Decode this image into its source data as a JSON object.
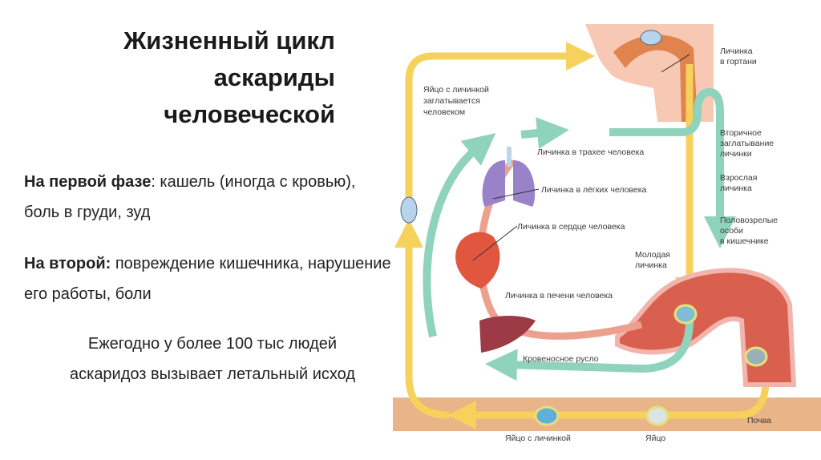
{
  "title": [
    "Жизненный цикл",
    "аскариды",
    "человеческой"
  ],
  "text": {
    "phase1_label": "На первой фазе",
    "phase1_text": ": кашель (иногда с кровью), боль в груди, зуд",
    "phase2_label": "На второй:",
    "phase2_text": " повреждение кишечника, нарушение его работы, боли",
    "fact_line1": "Ежегодно у более 100 тыс людей",
    "fact_line2": "аскаридоз вызывает летальный исход"
  },
  "diagram": {
    "larynx": [
      "Личинка",
      "в гортани"
    ],
    "swallowed": [
      "Яйцо с личинкой",
      "заглатывается",
      "человеком"
    ],
    "trachea": "Личинка в трахее человека",
    "secondary": [
      "Вторичное",
      "заглатывание",
      "личинки"
    ],
    "lungs": "Личинка в лёгких человека",
    "adult_larva": [
      "Взрослая",
      "личинка"
    ],
    "heart": "Личинка в сердце человека",
    "mature": [
      "Половозрелые",
      "особи",
      "в кишечнике"
    ],
    "young": [
      "Молодая",
      "личинка"
    ],
    "liver": "Личинка в печени человека",
    "blood": "Кровеносное русло",
    "soil": "Почва",
    "egg_larva": "Яйцо с личинкой",
    "egg": "Яйцо"
  },
  "colors": {
    "yellow": "#f6d25c",
    "teal": "#8fd3bd",
    "skin": "#f7c9b5",
    "flesh": "#d9604f",
    "soil": "#e9b487"
  }
}
